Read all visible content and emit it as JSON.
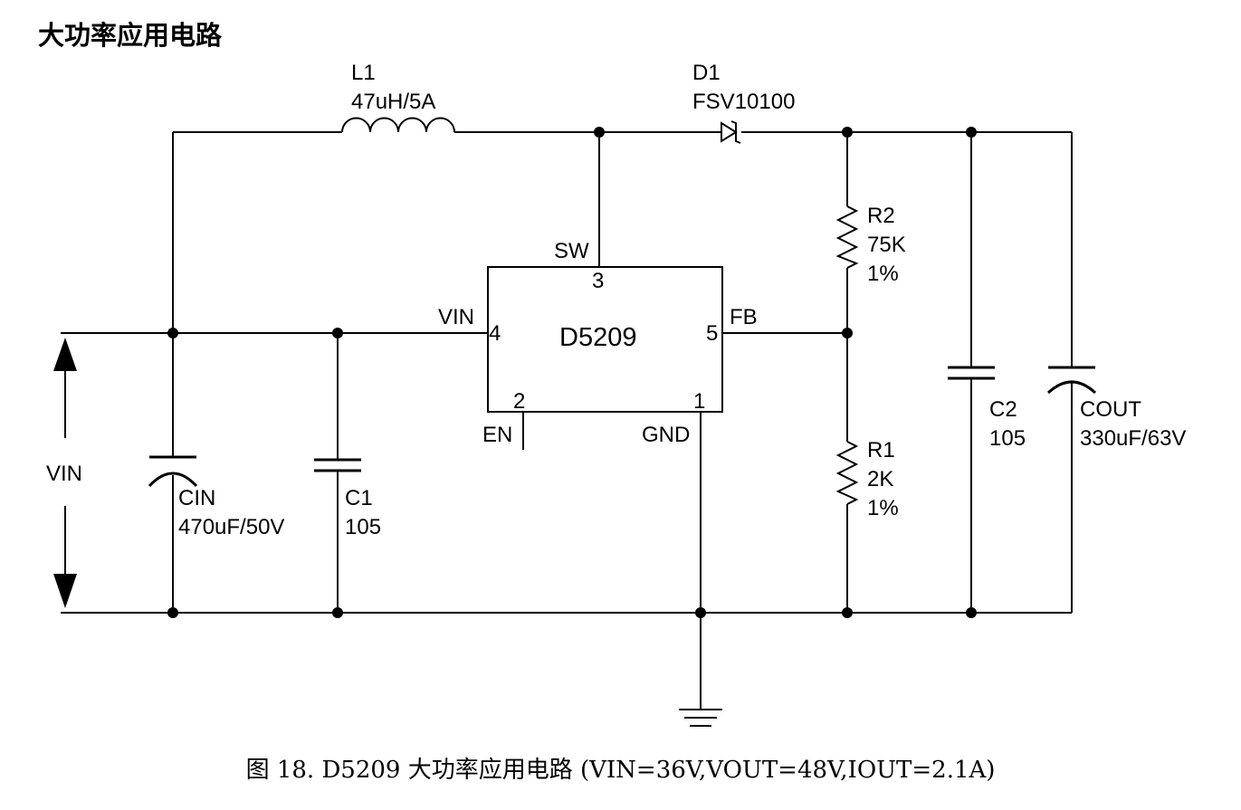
{
  "heading": "大功率应用电路",
  "caption": "图 18. D5209 大功率应用电路 (VIN=36V,VOUT=48V,IOUT=2.1A)",
  "ic": {
    "name": "D5209",
    "pins": {
      "sw_label": "SW",
      "sw_num": "3",
      "vin_label": "VIN",
      "vin_num": "4",
      "fb_label": "FB",
      "fb_num": "5",
      "en_label": "EN",
      "en_num": "2",
      "gnd_label": "GND",
      "gnd_num": "1"
    }
  },
  "components": {
    "L1": {
      "ref": "L1",
      "value": "47uH/5A"
    },
    "D1": {
      "ref": "D1",
      "value": "FSV10100"
    },
    "R2": {
      "ref": "R2",
      "value": "75K",
      "tol": "1%"
    },
    "R1": {
      "ref": "R1",
      "value": "2K",
      "tol": "1%"
    },
    "C1": {
      "ref": "C1",
      "value": "105"
    },
    "C2": {
      "ref": "C2",
      "value": "105"
    },
    "CIN": {
      "ref": "CIN",
      "value": "470uF/50V"
    },
    "COUT": {
      "ref": "COUT",
      "value": "330uF/63V"
    }
  },
  "input_label": "VIN"
}
